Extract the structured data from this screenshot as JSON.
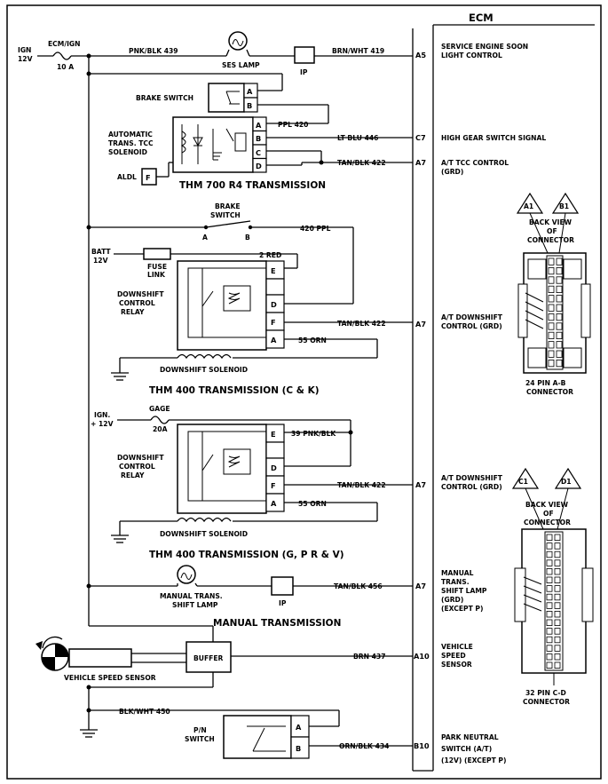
{
  "ecm": {
    "title": "ECM",
    "pins": [
      "A5",
      "C7",
      "A7",
      "A7",
      "A7",
      "A7",
      "A10",
      "B10"
    ],
    "functions": {
      "ses_light": [
        "SERVICE ENGINE SOON",
        "LIGHT CONTROL"
      ],
      "high_gear": [
        "HIGH GEAR SWITCH SIGNAL"
      ],
      "tcc_control": [
        "A/T TCC CONTROL",
        "(GRD)"
      ],
      "downshift_ck": [
        "A/T DOWNSHIFT",
        "CONTROL (GRD)"
      ],
      "downshift_gprv": [
        "A/T DOWNSHIFT",
        "CONTROL (GRD)"
      ],
      "manual_shift": [
        "MANUAL",
        "TRANS.",
        "SHIFT LAMP",
        "(GRD)",
        "(EXCEPT P)"
      ],
      "vss": [
        "VEHICLE",
        "SPEED",
        "SENSOR"
      ],
      "park_neutral": [
        "PARK NEUTRAL",
        "SWITCH (A/T)",
        "(12V) (EXCEPT P)"
      ]
    }
  },
  "top": {
    "ign": [
      "IGN",
      "12V"
    ],
    "fuse_name": "ECM/IGN",
    "fuse_rating": "10 A",
    "wire_pnk": "PNK/BLK 439",
    "ses_lamp": "SES LAMP",
    "ip": "IP",
    "wire_brn": "BRN/WHT 419"
  },
  "thm700": {
    "brake_switch": "BRAKE SWITCH",
    "tcc_solenoid": [
      "AUTOMATIC",
      "TRANS. TCC",
      "SOLENOID"
    ],
    "aldl": "ALDL",
    "aldl_pin": "F",
    "wire_ppl": "PPL 420",
    "wire_ltblu": "LT BLU 446",
    "wire_tan": "TAN/BLK 422",
    "title": "THM 700 R4 TRANSMISSION",
    "pins_switch": [
      "A",
      "B"
    ],
    "pins_connector": [
      "A",
      "B",
      "C",
      "D"
    ]
  },
  "thm400ck": {
    "brake_switch": [
      "BRAKE",
      "SWITCH"
    ],
    "switch_a": "A",
    "switch_b": "B",
    "wire_ppl": "420 PPL",
    "batt": [
      "BATT",
      "12V"
    ],
    "fuse_link": [
      "FUSE",
      "LINK"
    ],
    "wire_red": "2 RED",
    "relay": [
      "DOWNSHIFT",
      "CONTROL",
      "RELAY"
    ],
    "pins": [
      "E",
      "D",
      "F",
      "A"
    ],
    "wire_tan": "TAN/BLK 422",
    "wire_orn": "55 ORN",
    "solenoid": "DOWNSHIFT SOLENOID",
    "title": "THM 400 TRANSMISSION (C & K)"
  },
  "thm400gprv": {
    "ign": [
      "IGN.",
      "+ 12V"
    ],
    "gage": "GAGE",
    "fuse": "20A",
    "wire_pnk": "39 PNK/BLK",
    "relay": [
      "DOWNSHIFT",
      "CONTROL",
      "RELAY"
    ],
    "pins": [
      "E",
      "D",
      "F",
      "A"
    ],
    "wire_tan": "TAN/BLK 422",
    "wire_orn": "55 ORN",
    "solenoid": "DOWNSHIFT SOLENOID",
    "title": "THM 400 TRANSMISSION (G, P R & V)"
  },
  "manual": {
    "lamp": [
      "MANUAL TRANS.",
      "SHIFT LAMP"
    ],
    "ip": "IP",
    "wire_tan": "TAN/BLK 456",
    "title": "MANUAL TRANSMISSION"
  },
  "vss": {
    "buffer": "BUFFER",
    "wire": "BRN 437",
    "label": "VEHICLE SPEED SENSOR"
  },
  "pn": {
    "wire_blk": "BLK/WHT 450",
    "switch": [
      "P/N",
      "SWITCH"
    ],
    "pins": [
      "A",
      "B"
    ],
    "wire_orn": "ORN/BLK 434"
  },
  "connectors": {
    "ab": {
      "markers": [
        "A1",
        "B1"
      ],
      "back_view": [
        "BACK VIEW",
        "OF",
        "CONNECTOR"
      ],
      "caption": [
        "24 PIN A-B",
        "CONNECTOR"
      ]
    },
    "cd": {
      "markers": [
        "C1",
        "D1"
      ],
      "back_view": [
        "BACK VIEW",
        "OF",
        "CONNECTOR"
      ],
      "caption": [
        "32 PIN C-D",
        "CONNECTOR"
      ]
    }
  }
}
